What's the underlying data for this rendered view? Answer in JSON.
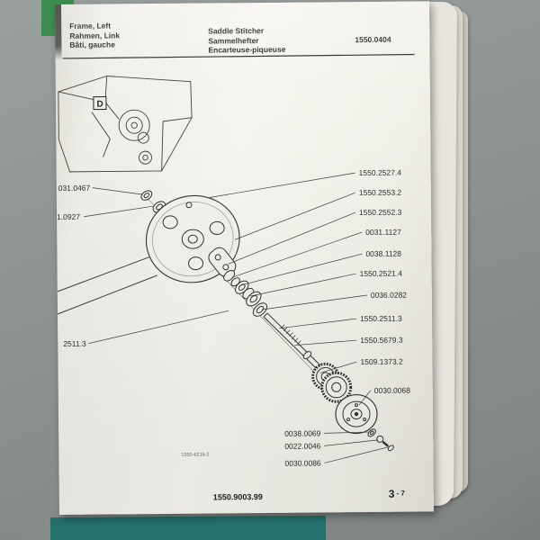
{
  "document": {
    "header": {
      "title_left_lines": [
        "Frame, Left",
        "Rahmen, Link",
        "Bâti, gauche"
      ],
      "title_center_lines": [
        "Saddle Stitcher",
        "Sammelhefter",
        "Encarteuse-piqueuse"
      ],
      "doc_number": "1550.0404"
    },
    "diagram": {
      "inset_label": "D",
      "drawing_number": "1550-6216-2",
      "left_part_labels": [
        "031.0467",
        "1.0927",
        "2511.3"
      ],
      "right_part_labels": [
        "1550.2527.4",
        "1550.2553.2",
        "1550.2552.3",
        "0031.1127",
        "0038.1128",
        "1550.2521.4",
        "0036.0282",
        "1550.2511.3",
        "1550.5679.3",
        "1509.1373.2",
        "0030.0068"
      ],
      "bottom_part_labels": [
        "0038.0069",
        "0022.0046",
        "0030.0086"
      ]
    },
    "footer": {
      "doc_code": "1550.9003.99",
      "page_major": "3",
      "page_rest": "- 7"
    }
  },
  "colors": {
    "background": "#8a908f",
    "paper": "#f3f2ec",
    "accent_green": "#3e8d50",
    "accent_teal": "#23716a"
  }
}
